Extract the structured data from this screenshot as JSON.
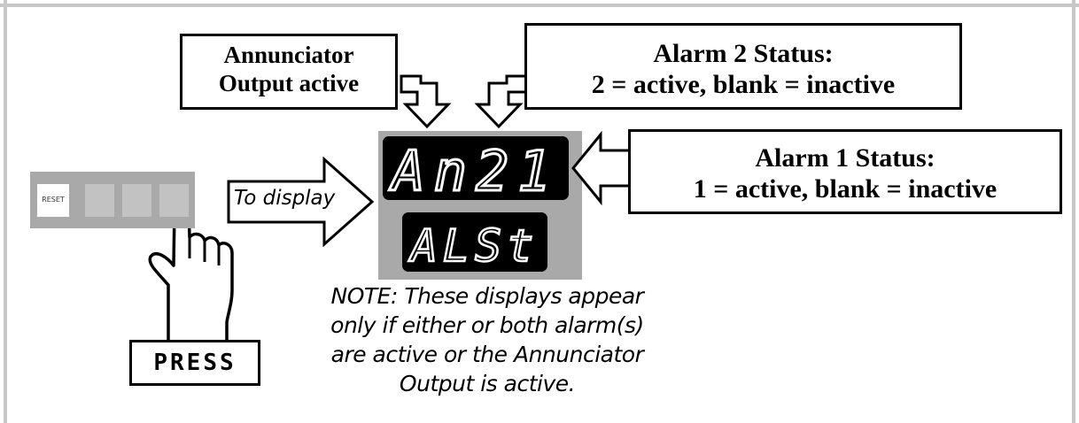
{
  "callouts": {
    "annunciator": {
      "line1": "Annunciator",
      "line2": "Output active"
    },
    "alarm2": {
      "line1": "Alarm 2 Status:",
      "line2": "2 = active, blank = inactive"
    },
    "alarm1": {
      "line1": "Alarm 1 Status:",
      "line2": "1 = active, blank = inactive"
    }
  },
  "display": {
    "top": "An21",
    "bottom": "ALSt"
  },
  "keypad": {
    "reset_label": "RESET"
  },
  "to_display": "To display",
  "press_label": "PRESS",
  "note": {
    "line1": "NOTE: These displays appear",
    "line2": "only if either or both alarm(s)",
    "line3": "are active or the Annunciator",
    "line4": "Output is active."
  },
  "colors": {
    "display_bg": "#000000",
    "segment": "#ffffff",
    "panel": "#a9a9a9",
    "frame": "#c8c8c8"
  }
}
